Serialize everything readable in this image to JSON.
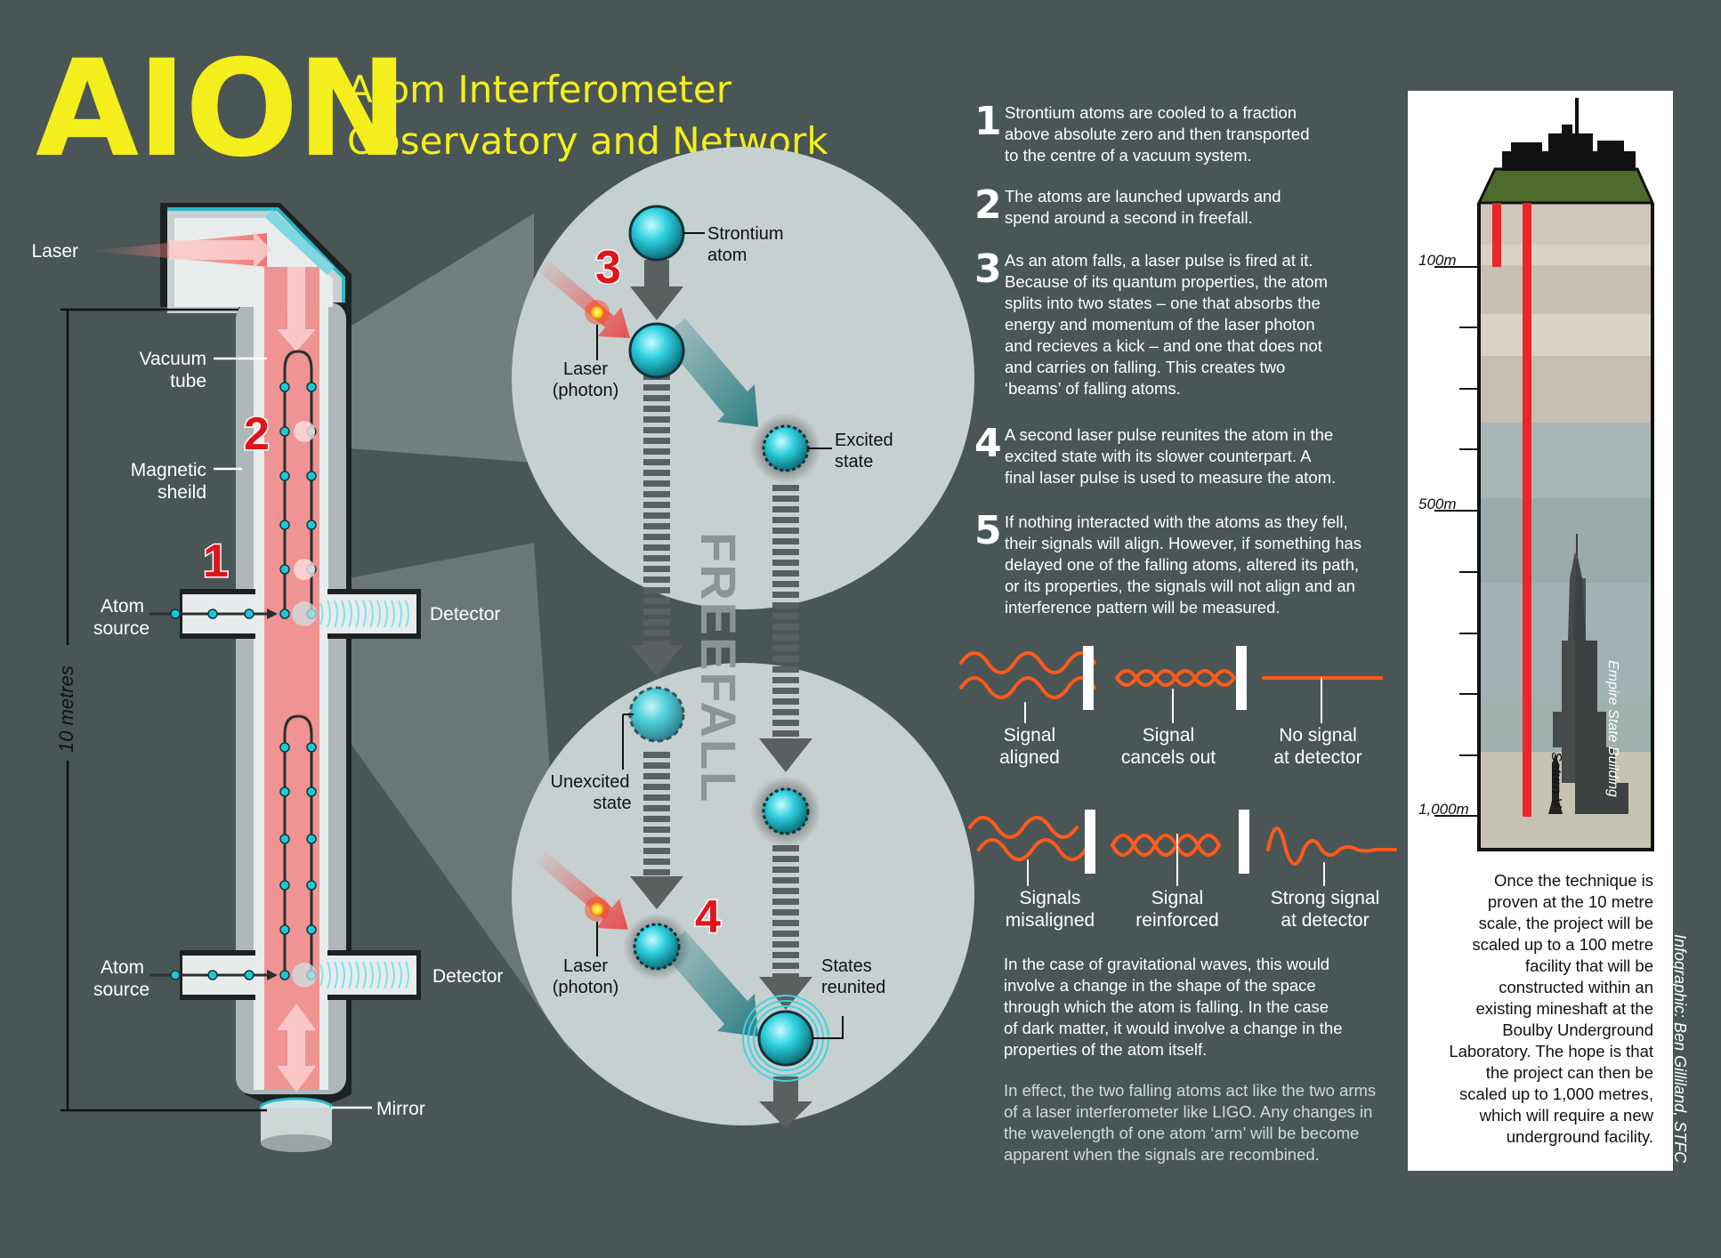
{
  "title": {
    "acronym": "AION",
    "subtitle_line1": "Atom Interferometer",
    "subtitle_line2": "Observatory and Network"
  },
  "apparatus": {
    "labels": {
      "laser": "Laser",
      "vacuum_tube_1": "Vacuum",
      "vacuum_tube_2": "tube",
      "magnetic_shield_1": "Magnetic",
      "magnetic_shield_2": "sheild",
      "atom_source_1": "Atom",
      "atom_source_2": "source",
      "detector": "Detector",
      "mirror": "Mirror",
      "height": "10 metres"
    },
    "markers": [
      "1",
      "2",
      "3",
      "4"
    ]
  },
  "freefall": {
    "label": "FREEFALL",
    "strontium_1": "Strontium",
    "strontium_2": "atom",
    "laser_1": "Laser",
    "laser_2": "(photon)",
    "excited_1": "Excited",
    "excited_2": "state",
    "unexcited_1": "Unexcited",
    "unexcited_2": "state",
    "reunited_1": "States",
    "reunited_2": "reunited"
  },
  "steps": [
    {
      "num": "1",
      "lines": [
        "Strontium atoms are cooled to a fraction",
        "above absolute zero and then transported",
        "to the centre of a vacuum system."
      ]
    },
    {
      "num": "2",
      "lines": [
        "The atoms are launched upwards and",
        "spend around a second in freefall."
      ]
    },
    {
      "num": "3",
      "lines": [
        "As an atom falls, a laser pulse is fired at it.",
        "Because of its quantum properties, the atom",
        "splits into two states – one that absorbs the",
        "energy and momentum of the laser photon",
        "and recieves a kick – and one that does not",
        "and carries on falling. This creates two",
        "‘beams’ of falling atoms."
      ]
    },
    {
      "num": "4",
      "lines": [
        "A second laser pulse reunites the atom in the",
        "excited state with its slower counterpart. A",
        "final laser pulse is used to measure the atom."
      ]
    },
    {
      "num": "5",
      "lines": [
        "If nothing interacted with the atoms as they fell,",
        "their signals will align. However, if something has",
        "delayed one of the falling atoms, altered its path,",
        "or its properties, the signals will not align and an",
        "interference pattern will be measured."
      ]
    }
  ],
  "signals": {
    "aligned_1": "Signal",
    "aligned_2": "aligned",
    "cancels_1": "Signal",
    "cancels_2": "cancels out",
    "nosignal_1": "No signal",
    "nosignal_2": "at detector",
    "misaligned_1": "Signals",
    "misaligned_2": "misaligned",
    "reinforced_1": "Signal",
    "reinforced_2": "reinforced",
    "strong_1": "Strong signal",
    "strong_2": "at detector"
  },
  "paragraphs": {
    "gravity": [
      "In the case of gravitational waves, this would",
      "involve a change in the shape of the space",
      "through which the atom is falling. In the case",
      "of dark matter, it would involve a change in the",
      "properties of the atom itself."
    ],
    "effect": [
      "In effect, the two falling atoms act like the two arms",
      "of a laser interferometer like LIGO. Any changes in",
      "the wavelength of one atom ‘arm’ will be become",
      "apparent when the signals are recombined."
    ]
  },
  "scale": {
    "ticks": [
      "100m",
      "500m",
      "1,000m"
    ],
    "empire_state": "Empire State Building",
    "saturn_v": "Saturn V",
    "caption": [
      "Once the technique is",
      "proven at the 10 metre",
      "scale, the project will be",
      "scaled up to a 100 metre",
      "facility that will be",
      "constructed within an",
      "existing mineshaft at the",
      "Boulby Underground",
      "Laboratory. The hope is that",
      "the project can then be",
      "scaled up to 1,000 metres,",
      "which will require a new",
      "underground facility."
    ]
  },
  "credit": "Infographic: Ben Gilliland, STFC",
  "colors": {
    "background": "#4a5555",
    "title_yellow": "#f4ee1c",
    "laser_red": "#f08a8a",
    "marker_red": "#e0141b",
    "atom_cyan": "#22c6d6",
    "signal_orange": "#ff5a1a"
  }
}
